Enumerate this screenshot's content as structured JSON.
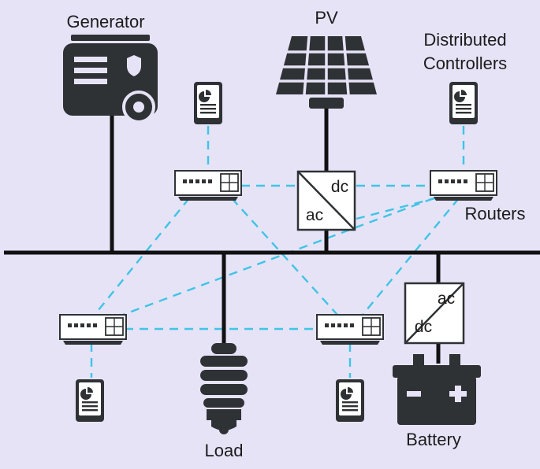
{
  "labels": {
    "generator": "Generator",
    "pv": "PV",
    "controllers_line1": "Distributed",
    "controllers_line2": "Controllers",
    "routers": "Routers",
    "load": "Load",
    "battery": "Battery"
  },
  "converters": {
    "pv_top": "dc",
    "pv_bottom": "ac",
    "battery_top": "ac",
    "battery_bottom": "dc"
  },
  "colors": {
    "background": "#e6e3f7",
    "ink": "#2f3235",
    "comm_link": "#3fc4e6"
  }
}
